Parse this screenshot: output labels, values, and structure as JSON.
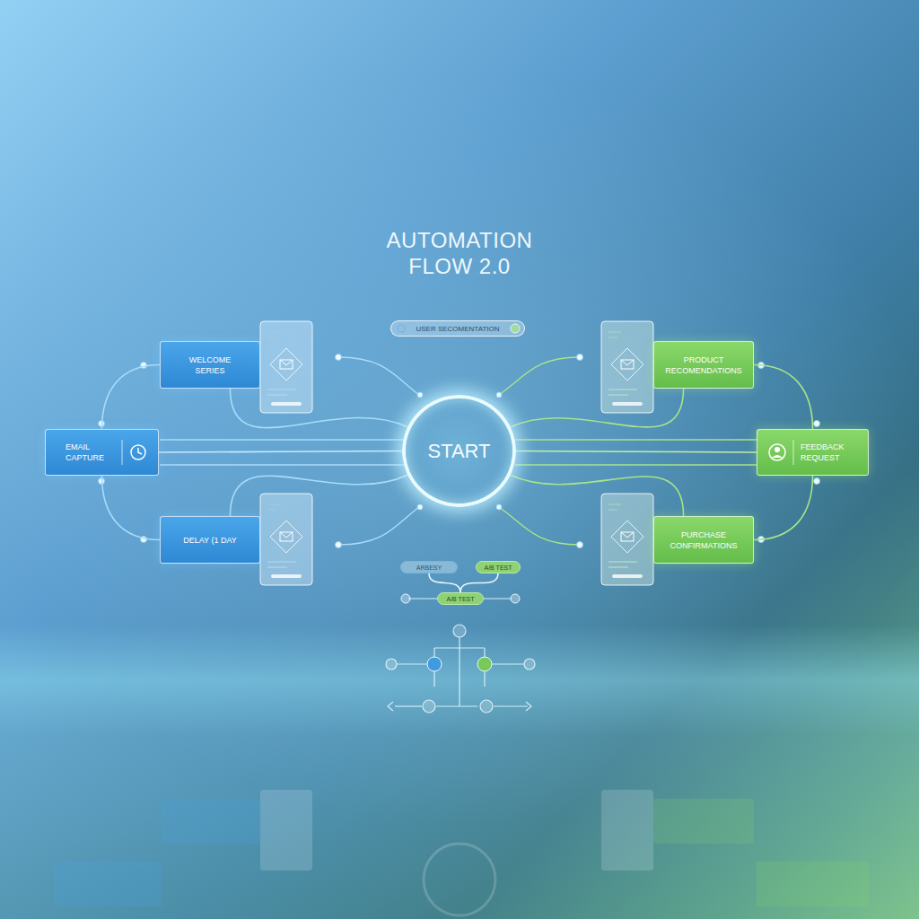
{
  "diagram": {
    "title": "AUTOMATION FLOW 2.0",
    "nodes": [
      {
        "text": [
          "USER SECOMENTATION"
        ]
      },
      {
        "text": [
          "WELCOME SERIES"
        ]
      },
      {
        "text": [
          "PRODUCT RECOMENDATIONS"
        ]
      },
      {
        "text": [
          "EMAIL CAPTURE"
        ]
      },
      {
        "text": [
          "START"
        ]
      },
      {
        "text": [
          "FEEDBACK REQUEST"
        ]
      },
      {
        "text": [
          "DELAY (1 DAY"
        ]
      },
      {
        "text": [
          "PURCHASE CONFIRMATIONS"
        ]
      },
      {
        "text": [
          "ARBESY"
        ]
      },
      {
        "text": [
          "A/B TEST"
        ]
      },
      {
        "text": [
          "A/B TEST"
        ]
      }
    ],
    "edges": [
      {
        "from": 4,
        "to": 3,
        "arrow": "none"
      },
      {
        "from": 4,
        "to": 1,
        "arrow": "none"
      },
      {
        "from": 4,
        "to": 6,
        "arrow": "none"
      },
      {
        "from": 4,
        "to": 5,
        "arrow": "none"
      },
      {
        "from": 4,
        "to": 2,
        "arrow": "none"
      },
      {
        "from": 4,
        "to": 7,
        "arrow": "none"
      },
      {
        "from": 3,
        "to": 1,
        "arrow": "none"
      },
      {
        "from": 3,
        "to": 6,
        "arrow": "none"
      },
      {
        "from": 2,
        "to": 5,
        "arrow": "none"
      },
      {
        "from": 5,
        "to": 7,
        "arrow": "none"
      },
      {
        "from": 8,
        "to": 10,
        "arrow": "none"
      },
      {
        "from": 9,
        "to": 10,
        "arrow": "none"
      }
    ]
  }
}
